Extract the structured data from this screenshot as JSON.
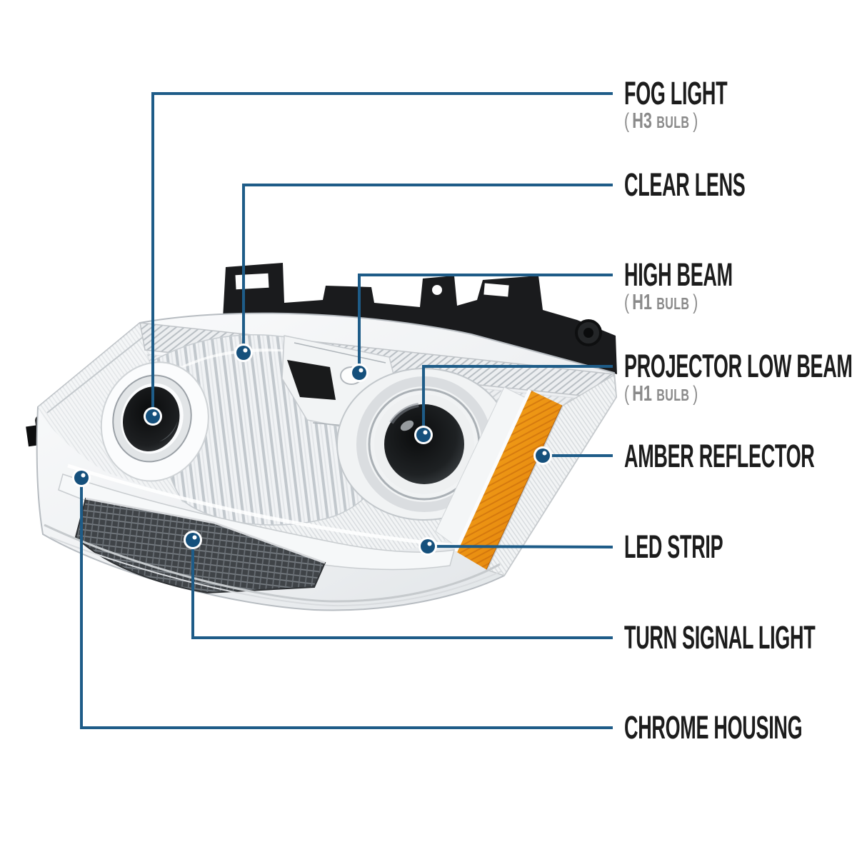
{
  "colors": {
    "leader_line": "#1e5c88",
    "dot_fill": "#15507c",
    "dot_ring": "#ffffff",
    "label_text": "#1c1c1c",
    "sub_text": "#8a8a8a",
    "amber_reflector": "#ef8d10",
    "chrome_light": "#eef0f2",
    "black_parts": "#1a1b1d"
  },
  "callouts": [
    {
      "label": "FOG LIGHT",
      "paren_open": "(",
      "bulb_code": "H3",
      "bulb_word": "BULB",
      "paren_close": ")"
    },
    {
      "label": "CLEAR LENS"
    },
    {
      "label": "HIGH BEAM",
      "paren_open": "(",
      "bulb_code": "H1",
      "bulb_word": "BULB",
      "paren_close": ")"
    },
    {
      "label": "PROJECTOR LOW BEAM",
      "paren_open": "(",
      "bulb_code": "H1",
      "bulb_word": "BULB",
      "paren_close": ")"
    },
    {
      "label": "AMBER REFLECTOR"
    },
    {
      "label": "LED STRIP"
    },
    {
      "label": "TURN SIGNAL LIGHT"
    },
    {
      "label": "CHROME HOUSING"
    }
  ]
}
